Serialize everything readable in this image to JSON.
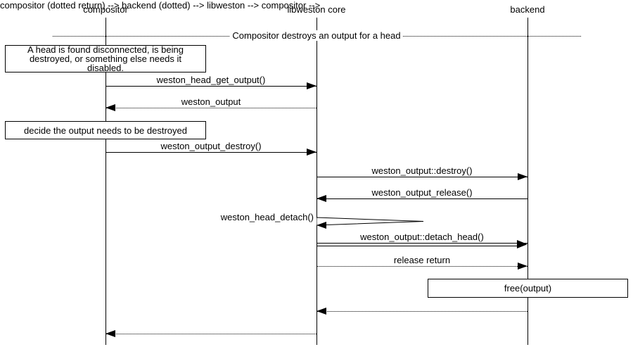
{
  "diagram_title": "Compositor destroys an output for a head",
  "entities": [
    {
      "label": "compositor"
    },
    {
      "label": "libweston core"
    },
    {
      "label": "backend"
    }
  ],
  "notes": {
    "head_disconnected": {
      "lines": [
        "A head is found disconnected, is being",
        "destroyed, or something else needs it",
        "disabled."
      ]
    },
    "decide_destroy": {
      "label": "decide the output needs to be destroyed"
    },
    "free_output": {
      "label": "free(output)"
    }
  },
  "messages": [
    {
      "label": "weston_head_get_output()",
      "from": "compositor",
      "to": "libweston core",
      "line": "solid"
    },
    {
      "label": "weston_output",
      "from": "libweston core",
      "to": "compositor",
      "line": "dotted"
    },
    {
      "label": "weston_output_destroy()",
      "from": "compositor",
      "to": "libweston core",
      "line": "solid"
    },
    {
      "label": "weston_output::destroy()",
      "from": "libweston core",
      "to": "backend",
      "line": "solid"
    },
    {
      "label": "weston_output_release()",
      "from": "backend",
      "to": "libweston core",
      "line": "solid"
    },
    {
      "label": "weston_head_detach()",
      "from": "libweston core",
      "to": "libweston core",
      "line": "self"
    },
    {
      "label": "weston_output::detach_head()",
      "from": "libweston core",
      "to": "backend",
      "line": "double"
    },
    {
      "label": "release return",
      "from": "libweston core",
      "to": "backend",
      "line": "dotted"
    },
    {
      "label": "",
      "from": "backend",
      "to": "libweston core",
      "line": "dotted"
    },
    {
      "label": "",
      "from": "libweston core",
      "to": "compositor",
      "line": "dotted"
    }
  ],
  "colors": {
    "line": "#000000",
    "background": "#ffffff"
  }
}
